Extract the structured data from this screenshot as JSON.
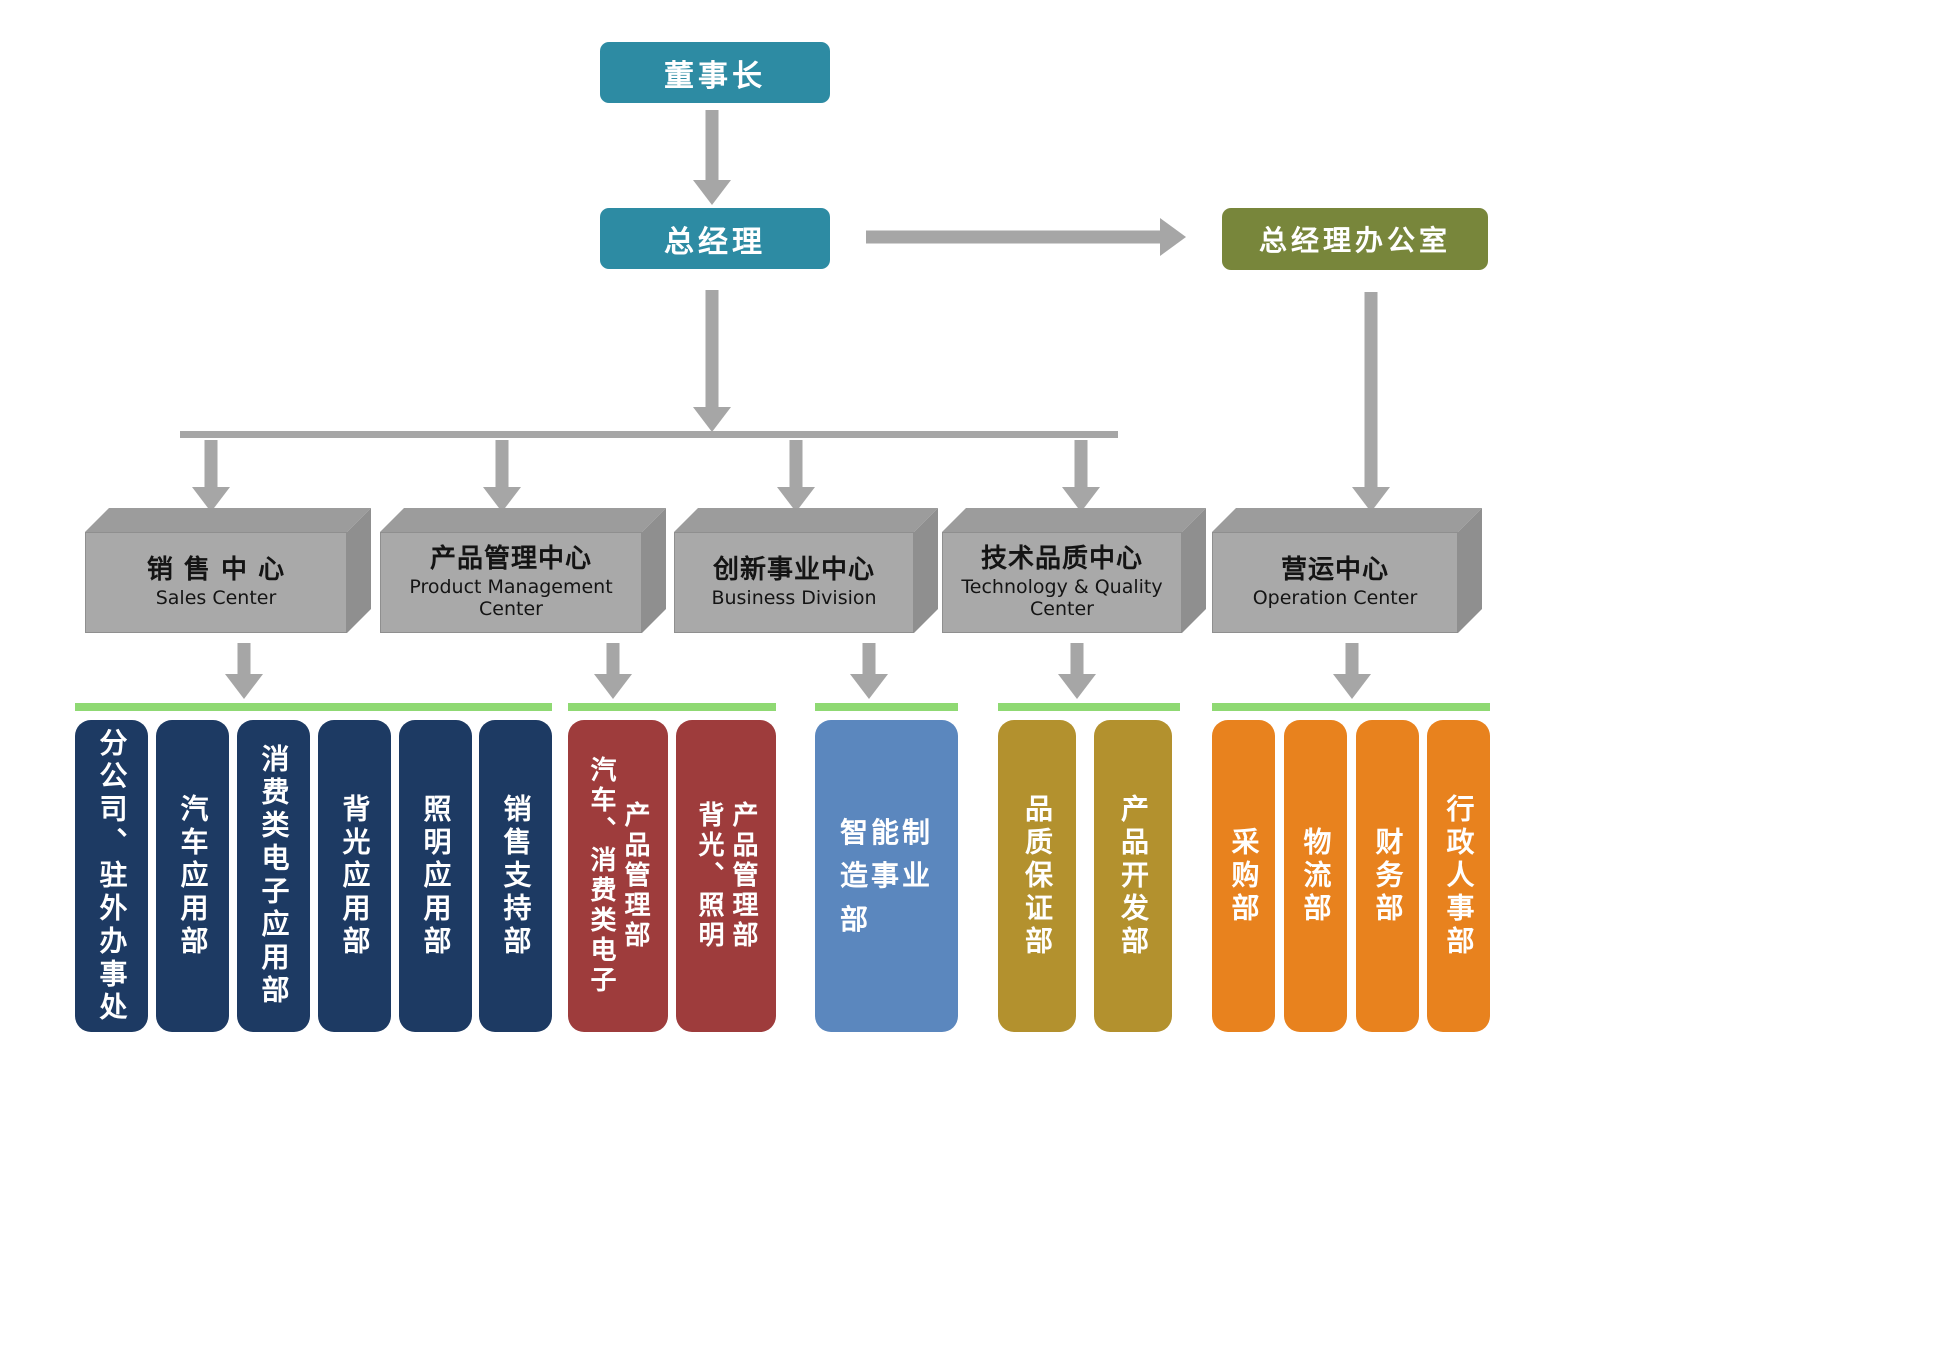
{
  "palette": {
    "teal": "#2d8ba3",
    "olive": "#78863b",
    "gray_front": "#a9a9a9",
    "gray_top": "#9c9c9c",
    "gray_side": "#8f8f8f",
    "arrow_gray": "#a6a6a6",
    "green_bar": "#8fd973",
    "navy": "#1d3a63",
    "red": "#9e3c3c",
    "blue": "#5b87be",
    "gold": "#b3912e",
    "orange": "#e8821e"
  },
  "nodes": {
    "chairman": "董事长",
    "general_manager": "总经理",
    "gm_office": "总经理办公室"
  },
  "centers": [
    {
      "title": "销 售 中 心",
      "subtitle": "Sales Center"
    },
    {
      "title": "产品管理中心",
      "subtitle": "Product Management Center"
    },
    {
      "title": "创新事业中心",
      "subtitle": "Business Division"
    },
    {
      "title": "技术品质中心",
      "subtitle": "Technology & Quality Center"
    },
    {
      "title": "营运中心",
      "subtitle": "Operation Center"
    }
  ],
  "departments": {
    "sales": [
      "分公司、驻外办事处",
      "汽车应用部",
      "消费类电子应用部",
      "背光应用部",
      "照明应用部",
      "销售支持部"
    ],
    "product_management": [
      {
        "col1": "汽车、消费类电子",
        "col2": "产品管理部"
      },
      {
        "col1": "背光、照明",
        "col2": "产品管理部"
      }
    ],
    "business_division": {
      "line1": "智能制",
      "line2": "造事业",
      "line3": "部"
    },
    "technology_quality": [
      "品质保证部",
      "产品开发部"
    ],
    "operation": [
      "采购部",
      "物流部",
      "财务部",
      "行政人事部"
    ]
  }
}
